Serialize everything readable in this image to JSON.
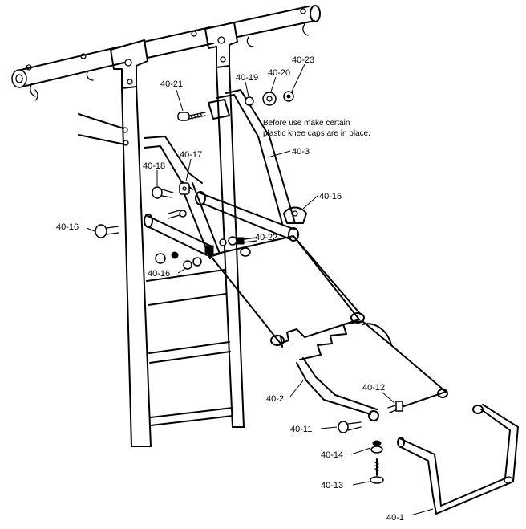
{
  "note": {
    "line1": "Before use make certain",
    "line2": "plastic knee caps are in place."
  },
  "labels": {
    "p40_21": "40-21",
    "p40_19": "40-19",
    "p40_20": "40-20",
    "p40_23": "40-23",
    "p40_3": "40-3",
    "p40_17": "40-17",
    "p40_18": "40-18",
    "p40_15": "40-15",
    "p40_16a": "40-16",
    "p40_22": "40-22",
    "p40_16b": "40-16",
    "p40_12": "40-12",
    "p40_2": "40-2",
    "p40_11": "40-11",
    "p40_14": "40-14",
    "p40_13": "40-13",
    "p40_1": "40-1"
  }
}
